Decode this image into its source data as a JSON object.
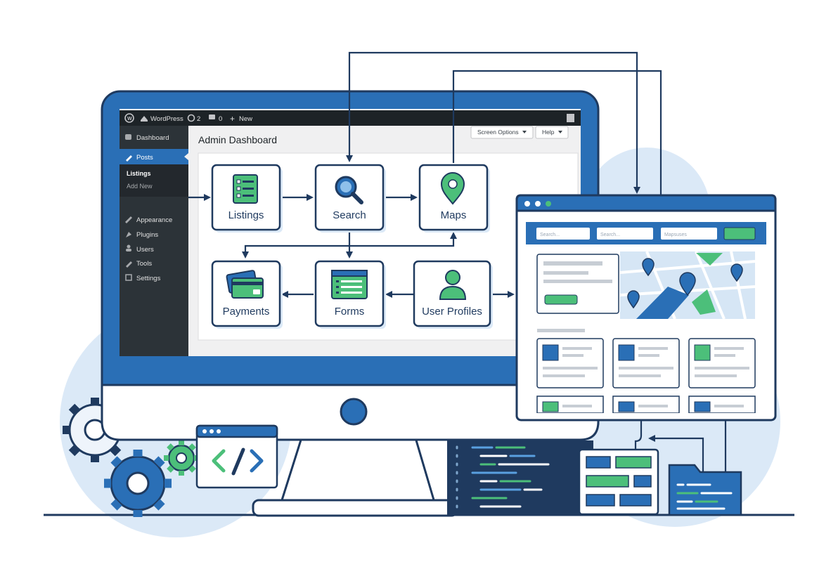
{
  "wp_admin": {
    "admin_bar": {
      "site_name": "WordPress",
      "updates_count": "2",
      "comments_count": "0",
      "new_label": "New"
    },
    "sidebar": {
      "items": [
        {
          "label": "Dashboard",
          "icon": "dashboard-icon"
        },
        {
          "label": "Posts",
          "icon": "pin-icon",
          "active": true
        }
      ],
      "submenu": [
        {
          "label": "Listings"
        },
        {
          "label": "Add New"
        }
      ],
      "more_items": [
        {
          "label": "Appearance",
          "icon": "brush-icon"
        },
        {
          "label": "Plugins",
          "icon": "plug-icon"
        },
        {
          "label": "Users",
          "icon": "user-icon"
        },
        {
          "label": "Tools",
          "icon": "wrench-icon"
        },
        {
          "label": "Settings",
          "icon": "settings-icon"
        }
      ]
    },
    "screen_options_label": "Screen Options",
    "help_label": "Help",
    "page_title": "Admin Dashboard"
  },
  "modules": {
    "listings": "Listings",
    "search": "Search",
    "maps": "Maps",
    "payments": "Payments",
    "forms": "Forms",
    "user_profiles": "User Profiles"
  },
  "preview_site": {
    "search_placeholders": [
      "Search...",
      "Search...",
      "Mapsuses"
    ]
  },
  "colors": {
    "primary_blue": "#2a6fb6",
    "dark_navy": "#1f3a5f",
    "accent_green": "#4cbf7a",
    "light_blue_bg": "#dbe9f7",
    "wp_sidebar": "#2c3338"
  }
}
